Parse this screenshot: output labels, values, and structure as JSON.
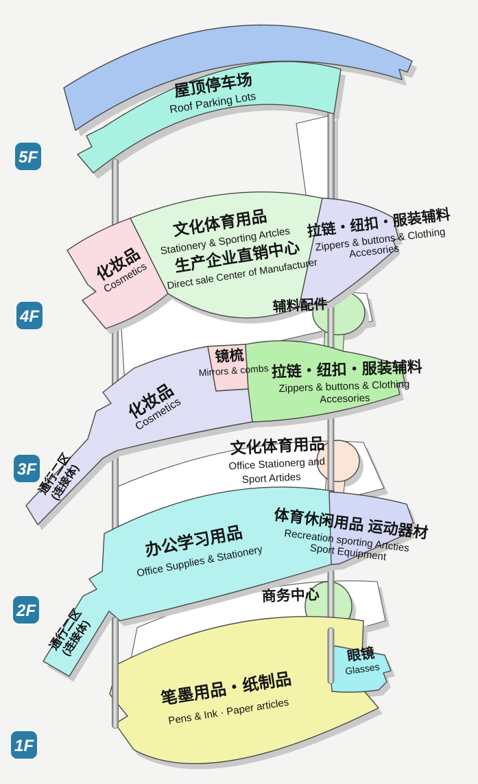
{
  "title": "Mall floor guide diagram",
  "colors": {
    "background": "#F4F4F2",
    "roof_deck": "#A9C7F0",
    "roof_parking": "#A9F2E2",
    "cosmetics_4f": "#FADDE2",
    "stationery_4f": "#DDF6DC",
    "zippers_4f": "#DDDEF6",
    "accessories_node": "#C9F1C1",
    "cosmetics_3f": "#DEDEF4",
    "mirrors_3f": "#FAD9DC",
    "zippers_3f": "#B9EFAC",
    "stationery_node_3f": "#FBE5D8",
    "office_2f": "#B4F1EF",
    "sports_2f": "#D2D8F6",
    "business_node": "#C9F1C1",
    "pens_1f": "#F3F4A9",
    "glasses_1f": "#A5EEF2",
    "badge": "#2A7BA6",
    "outline": "#4A4A4A",
    "shadow": "#C9C9C9"
  },
  "floors": {
    "f5": {
      "badge": "5F",
      "roof_zh": "屋顶停车场",
      "roof_en": "Roof Parking Lots"
    },
    "f4": {
      "badge": "4F",
      "cosmetics_zh": "化妆品",
      "cosmetics_en": "Cosmetics",
      "stationery_zh": "文化体育用品",
      "stationery_en": "Stationery & Sporting Artcles",
      "direct_zh": "生产企业直销中心",
      "direct_en": "Direct sale Center of Manufacturer",
      "zippers_zh": "拉链・纽扣・服装辅料",
      "zippers_en1": "Zippers & buttons & Clothing",
      "zippers_en2": "Accesories",
      "accessories_zh": "辅料配件"
    },
    "f3": {
      "badge": "3F",
      "cosmetics_zh": "化妆品",
      "cosmetics_en": "Cosmetics",
      "mirrors_zh": "镜梳",
      "mirrors_en": "Mirrors & combs",
      "zippers_zh": "拉链・纽扣・服装辅料",
      "zippers_en1": "Zippers & buttons & Clothing",
      "zippers_en2": "Accesories",
      "passage_zh1": "通行二区",
      "passage_zh2": "(连接体)",
      "office_zh": "文化体育用品",
      "office_en1": "Office Stationerg and",
      "office_en2": "Sport Artides"
    },
    "f2": {
      "badge": "2F",
      "office_zh": "办公学习用品",
      "office_en": "Office Supplies & Stationery",
      "sports_zh": "体育休闲用品 运动器材",
      "sports_en1": "Recreation sporting Artcties",
      "sports_en2": "Sport Equipment",
      "business_zh": "商务中心",
      "passage_zh1": "通行二区",
      "passage_zh2": "(连接体)"
    },
    "f1": {
      "badge": "1F",
      "pens_zh": "笔墨用品・纸制品",
      "pens_en": "Pens & Ink · Paper articles",
      "glasses_zh": "眼镜",
      "glasses_en": "Glasses"
    }
  }
}
